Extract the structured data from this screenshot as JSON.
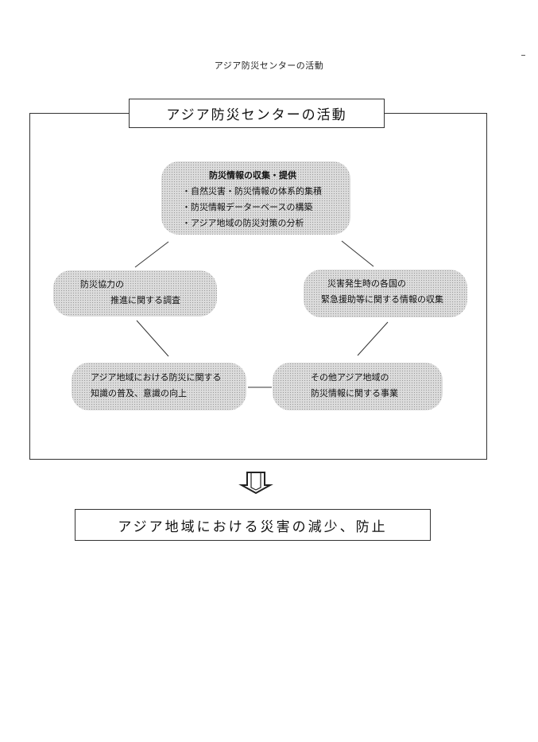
{
  "caption": "アジア防災センターの活動",
  "frame_title": "アジア防災センターの活動",
  "nodes": {
    "top": {
      "heading": "防災情報の収集・提供",
      "items": [
        "・自然災害・防災情報の体系的集積",
        "・防災情報データーベースの構築",
        "・アジア地域の防災対策の分析"
      ]
    },
    "left": {
      "line1": "防災協力の",
      "line2": "推進に関する調査"
    },
    "right": {
      "line1": "災害発生時の各国の",
      "line2": "緊急援助等に関する情報の収集"
    },
    "bottom_left": {
      "line1": "アジア地域における防災に関する",
      "line2": "知識の普及、意識の向上"
    },
    "bottom_right": {
      "line1": "その他アジア地域の",
      "line2": "防災情報に関する事業"
    }
  },
  "result": "アジア地域における災害の減少、防止",
  "colors": {
    "line": "#333333",
    "node_fill": "#dcdcdc"
  },
  "icons": {
    "arrow": "double-outline-down-arrow-icon"
  }
}
